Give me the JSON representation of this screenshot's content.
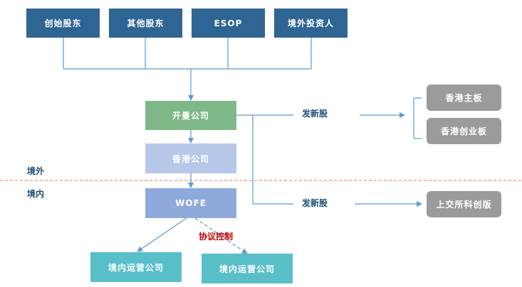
{
  "shareholders": {
    "founders": "创始股东",
    "others": "其他股东",
    "esop": "ESOP",
    "foreign_investors": "境外投资人"
  },
  "entities": {
    "cayman": "开曼公司",
    "hk_company": "香港公司",
    "wofe": "WOFE",
    "domestic_a": "境内运营公司",
    "domestic_b": "境内运营公司"
  },
  "regions": {
    "offshore": "境外",
    "onshore": "境内"
  },
  "issuance": {
    "offshore_label": "发新股",
    "onshore_label": "发新股",
    "control_label": "协议控制"
  },
  "listing_venues": {
    "hk_main": "香港主板",
    "hk_gem": "香港创业板",
    "star_market": "上交所科创版"
  },
  "colors": {
    "navy": "#2e6593",
    "green": "#7fb888",
    "lavender": "#b7c7e8",
    "blue": "#8ea9dc",
    "teal": "#58bfc9",
    "gray": "#9b9b9b",
    "line": "#5b9bd5",
    "divider": "#e07b39",
    "accent_red": "#c00000"
  }
}
